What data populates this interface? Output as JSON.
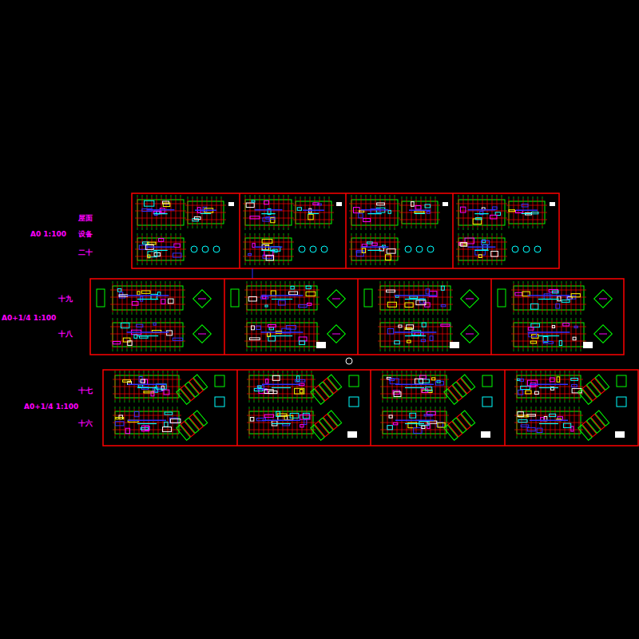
{
  "diagram": {
    "labels": [
      "屋面",
      "A0 1:100",
      "设备",
      "二十",
      "十九",
      "A0+1/4 1:100",
      "十八",
      "十七",
      "A0+1/4 1:100",
      "十六"
    ]
  }
}
